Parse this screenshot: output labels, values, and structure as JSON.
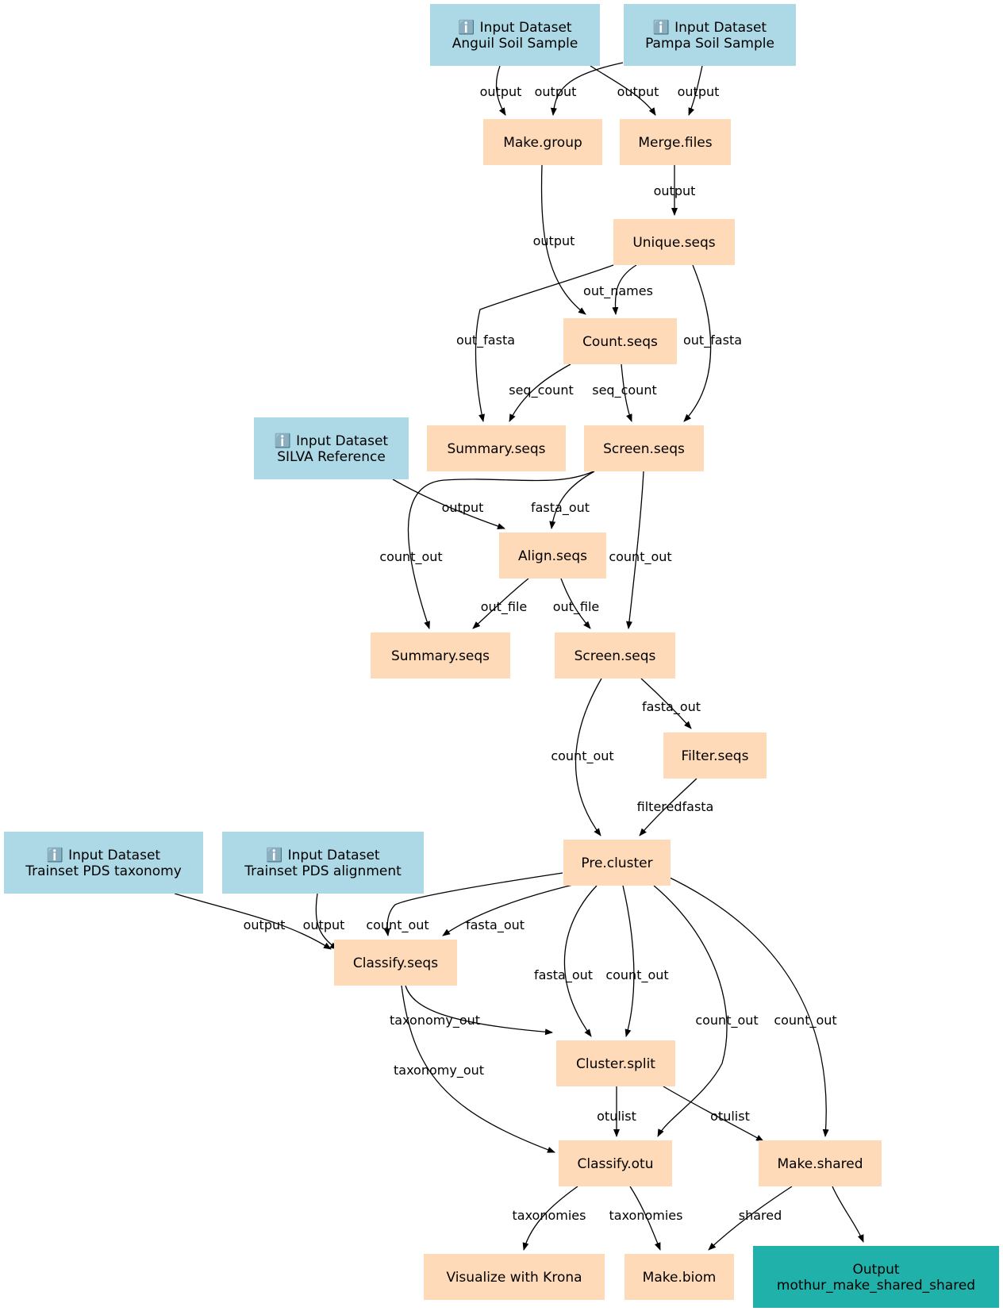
{
  "colors": {
    "input": "#add8e6",
    "step": "#ffdab9",
    "output": "#20b2aa",
    "edge": "#000000",
    "background": "#ffffff"
  },
  "icons": {
    "info": "information-source-icon"
  },
  "nodes": [
    {
      "id": "n0",
      "kind": "input",
      "icon": "ℹ️",
      "lines": [
        "Input Dataset",
        "Anguil Soil Sample"
      ]
    },
    {
      "id": "n1",
      "kind": "input",
      "icon": "ℹ️",
      "lines": [
        "Input Dataset",
        "Pampa Soil Sample"
      ]
    },
    {
      "id": "n2",
      "kind": "step",
      "lines": [
        "Make.group"
      ]
    },
    {
      "id": "n3",
      "kind": "step",
      "lines": [
        "Merge.files"
      ]
    },
    {
      "id": "n4",
      "kind": "step",
      "lines": [
        "Unique.seqs"
      ]
    },
    {
      "id": "n5",
      "kind": "step",
      "lines": [
        "Count.seqs"
      ]
    },
    {
      "id": "n6",
      "kind": "input",
      "icon": "ℹ️",
      "lines": [
        "Input Dataset",
        "SILVA Reference"
      ]
    },
    {
      "id": "n7",
      "kind": "step",
      "lines": [
        "Summary.seqs"
      ]
    },
    {
      "id": "n8",
      "kind": "step",
      "lines": [
        "Screen.seqs"
      ]
    },
    {
      "id": "n9",
      "kind": "step",
      "lines": [
        "Align.seqs"
      ]
    },
    {
      "id": "n10",
      "kind": "step",
      "lines": [
        "Summary.seqs"
      ]
    },
    {
      "id": "n11",
      "kind": "step",
      "lines": [
        "Screen.seqs"
      ]
    },
    {
      "id": "n12",
      "kind": "step",
      "lines": [
        "Filter.seqs"
      ]
    },
    {
      "id": "n13",
      "kind": "input",
      "icon": "ℹ️",
      "lines": [
        "Input Dataset",
        "Trainset PDS taxonomy"
      ]
    },
    {
      "id": "n14",
      "kind": "input",
      "icon": "ℹ️",
      "lines": [
        "Input Dataset",
        "Trainset PDS alignment"
      ]
    },
    {
      "id": "n15",
      "kind": "step",
      "lines": [
        "Pre.cluster"
      ]
    },
    {
      "id": "n16",
      "kind": "step",
      "lines": [
        "Classify.seqs"
      ]
    },
    {
      "id": "n17",
      "kind": "step",
      "lines": [
        "Cluster.split"
      ]
    },
    {
      "id": "n18",
      "kind": "step",
      "lines": [
        "Classify.otu"
      ]
    },
    {
      "id": "n19",
      "kind": "step",
      "lines": [
        "Make.shared"
      ]
    },
    {
      "id": "n20",
      "kind": "step",
      "lines": [
        "Visualize  with Krona"
      ]
    },
    {
      "id": "n21",
      "kind": "step",
      "lines": [
        "Make.biom"
      ]
    },
    {
      "id": "n22",
      "kind": "output",
      "lines": [
        "Output",
        "mothur_make_shared_shared"
      ]
    }
  ],
  "edges": [
    {
      "id": "e0",
      "from": "n0",
      "to": "n2",
      "label": "output"
    },
    {
      "id": "e1",
      "from": "n1",
      "to": "n2",
      "label": "output"
    },
    {
      "id": "e2",
      "from": "n0",
      "to": "n3",
      "label": "output"
    },
    {
      "id": "e3",
      "from": "n1",
      "to": "n3",
      "label": "output"
    },
    {
      "id": "e4",
      "from": "n3",
      "to": "n4",
      "label": "output"
    },
    {
      "id": "e5",
      "from": "n2",
      "to": "n5",
      "label": "output"
    },
    {
      "id": "e6",
      "from": "n4",
      "to": "n5",
      "label": "out_names"
    },
    {
      "id": "e7",
      "from": "n4",
      "to": "n7",
      "label": "out_fasta"
    },
    {
      "id": "e8",
      "from": "n5",
      "to": "n7",
      "label": "seq_count"
    },
    {
      "id": "e9",
      "from": "n4",
      "to": "n8",
      "label": "out_fasta"
    },
    {
      "id": "e10",
      "from": "n5",
      "to": "n8",
      "label": "seq_count"
    },
    {
      "id": "e11",
      "from": "n6",
      "to": "n9",
      "label": "output"
    },
    {
      "id": "e12",
      "from": "n8",
      "to": "n9",
      "label": "fasta_out"
    },
    {
      "id": "e13",
      "from": "n8",
      "to": "n10",
      "label": "count_out"
    },
    {
      "id": "e14",
      "from": "n9",
      "to": "n10",
      "label": "out_file"
    },
    {
      "id": "e15",
      "from": "n9",
      "to": "n11",
      "label": "out_file"
    },
    {
      "id": "e16",
      "from": "n8",
      "to": "n11",
      "label": "count_out"
    },
    {
      "id": "e17",
      "from": "n11",
      "to": "n12",
      "label": "fasta_out"
    },
    {
      "id": "e18",
      "from": "n11",
      "to": "n15",
      "label": "count_out"
    },
    {
      "id": "e19",
      "from": "n12",
      "to": "n15",
      "label": "filteredfasta"
    },
    {
      "id": "e20",
      "from": "n13",
      "to": "n16",
      "label": "output"
    },
    {
      "id": "e21",
      "from": "n14",
      "to": "n16",
      "label": "output"
    },
    {
      "id": "e22",
      "from": "n15",
      "to": "n16",
      "label": "count_out"
    },
    {
      "id": "e23",
      "from": "n15",
      "to": "n16",
      "label": "fasta_out"
    },
    {
      "id": "e24",
      "from": "n15",
      "to": "n17",
      "label": "fasta_out"
    },
    {
      "id": "e25",
      "from": "n15",
      "to": "n17",
      "label": "count_out"
    },
    {
      "id": "e26",
      "from": "n16",
      "to": "n17",
      "label": "taxonomy_out"
    },
    {
      "id": "e27",
      "from": "n16",
      "to": "n18",
      "label": "taxonomy_out"
    },
    {
      "id": "e28",
      "from": "n17",
      "to": "n18",
      "label": "otulist"
    },
    {
      "id": "e29",
      "from": "n15",
      "to": "n18",
      "label": "count_out"
    },
    {
      "id": "e30",
      "from": "n17",
      "to": "n19",
      "label": "otulist"
    },
    {
      "id": "e31",
      "from": "n15",
      "to": "n19",
      "label": "count_out"
    },
    {
      "id": "e32",
      "from": "n18",
      "to": "n20",
      "label": "taxonomies"
    },
    {
      "id": "e33",
      "from": "n18",
      "to": "n21",
      "label": "taxonomies"
    },
    {
      "id": "e34",
      "from": "n19",
      "to": "n21",
      "label": "shared"
    },
    {
      "id": "e35",
      "from": "n19",
      "to": "n22",
      "label": ""
    }
  ]
}
